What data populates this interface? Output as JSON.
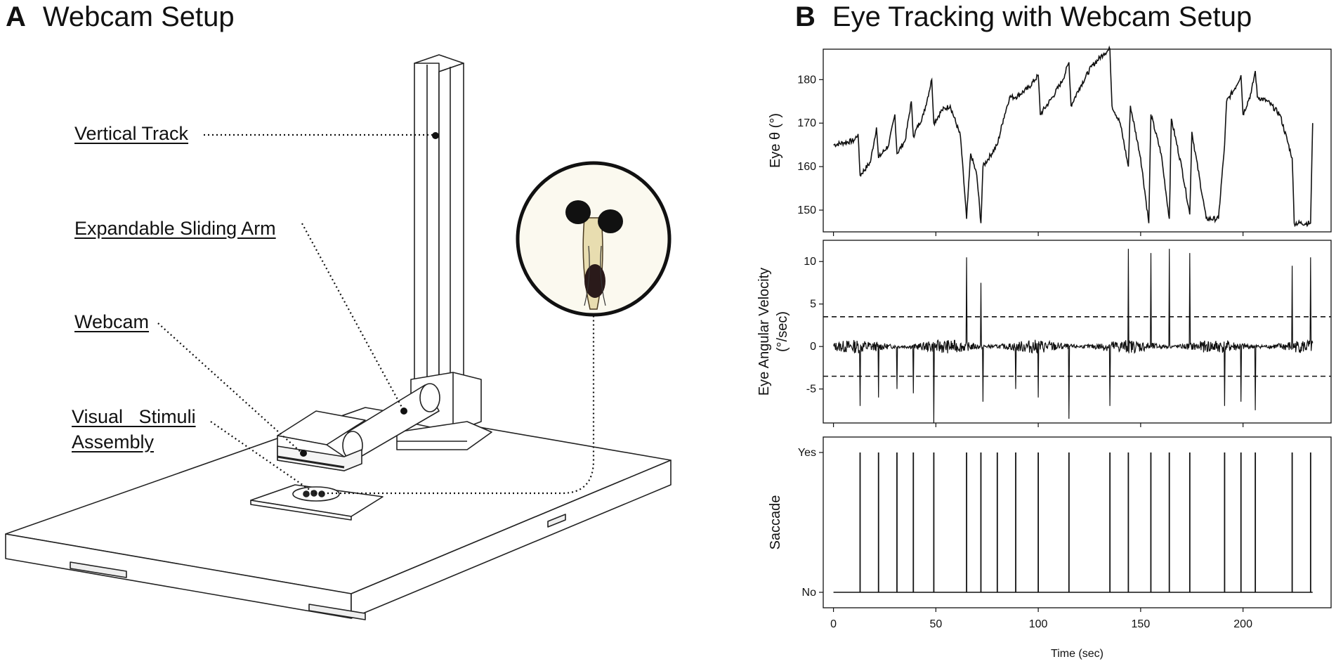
{
  "panel_a": {
    "letter": "A",
    "title": "Webcam Setup",
    "callouts": {
      "vertical_track": "Vertical Track",
      "sliding_arm": "Expandable Sliding Arm",
      "webcam": "Webcam",
      "stimuli_line1": "Visual   Stimuli",
      "stimuli_line2": "Assembly"
    }
  },
  "panel_b": {
    "letter": "B",
    "title": "Eye Tracking with Webcam Setup"
  },
  "chart_data": [
    {
      "type": "line",
      "ylabel": "Eye θ (°)",
      "xlim": [
        -5,
        243
      ],
      "ylim": [
        145,
        187
      ],
      "yticks": [
        150,
        160,
        170,
        180
      ],
      "series": [
        {
          "x": [
            0,
            5,
            10,
            12,
            13,
            18,
            21,
            22,
            27,
            30,
            31,
            35,
            38,
            39,
            44,
            48,
            49,
            53,
            57,
            62,
            65,
            67,
            70,
            72,
            73,
            80,
            83,
            86,
            89,
            95,
            100,
            101,
            107,
            112,
            115,
            116,
            120,
            126,
            132,
            135,
            136,
            140,
            144,
            145,
            150,
            154,
            155,
            160,
            164,
            165,
            170,
            174,
            175,
            182,
            188,
            191,
            192,
            196,
            199,
            200,
            204,
            206,
            207,
            212,
            218,
            224,
            225,
            233,
            234
          ],
          "y": [
            165,
            165.5,
            166,
            167.5,
            158,
            161,
            169,
            162,
            165,
            172,
            163,
            166,
            175,
            167,
            172,
            180,
            170,
            173,
            174,
            167,
            148,
            163,
            158,
            147,
            160,
            165,
            171,
            176,
            176,
            178,
            181,
            172,
            176,
            180,
            184,
            174,
            178,
            183,
            186,
            187,
            174,
            170,
            160,
            174,
            162,
            147,
            172,
            163,
            148,
            171,
            160,
            149,
            168,
            148,
            148,
            165,
            175,
            178,
            181,
            172,
            177,
            182,
            176,
            175,
            172,
            162,
            147,
            147,
            170
          ]
        }
      ]
    },
    {
      "type": "line",
      "ylabel": "Eye Angular Velocity",
      "ylabel2": "(°/sec)",
      "xlim": [
        -5,
        243
      ],
      "ylim": [
        -9,
        12.5
      ],
      "yticks": [
        10,
        5,
        0,
        -5
      ],
      "ytick_labels": [
        "10",
        "5",
        "0",
        "-5"
      ],
      "threshold_lines": [
        3.5,
        -3.5
      ],
      "noise_amplitude": 0.5,
      "spikes": [
        {
          "x": 13,
          "y": -7
        },
        {
          "x": 22,
          "y": -6
        },
        {
          "x": 31,
          "y": -5
        },
        {
          "x": 39,
          "y": -5.5
        },
        {
          "x": 49,
          "y": -9
        },
        {
          "x": 65,
          "y": 10.5
        },
        {
          "x": 72,
          "y": 7.5
        },
        {
          "x": 73,
          "y": -6.5
        },
        {
          "x": 89,
          "y": -5
        },
        {
          "x": 100,
          "y": -6
        },
        {
          "x": 115,
          "y": -8.5
        },
        {
          "x": 135,
          "y": -7
        },
        {
          "x": 144,
          "y": 11.5
        },
        {
          "x": 155,
          "y": 11
        },
        {
          "x": 164,
          "y": 11.5
        },
        {
          "x": 174,
          "y": 11
        },
        {
          "x": 191,
          "y": -7
        },
        {
          "x": 199,
          "y": -6.5
        },
        {
          "x": 206,
          "y": -7.5
        },
        {
          "x": 224,
          "y": 9.5
        },
        {
          "x": 233,
          "y": 10.5
        }
      ]
    },
    {
      "type": "line",
      "ylabel": "Saccade",
      "xlabel": "Time (sec)",
      "xlim": [
        -5,
        243
      ],
      "xticks": [
        0,
        50,
        100,
        150,
        200
      ],
      "categories": [
        "No",
        "Yes"
      ],
      "saccade_times": [
        13,
        22,
        31,
        39,
        49,
        65,
        72,
        80,
        89,
        100,
        115,
        135,
        144,
        155,
        164,
        174,
        191,
        199,
        206,
        224,
        233
      ],
      "x_end": 234
    }
  ]
}
